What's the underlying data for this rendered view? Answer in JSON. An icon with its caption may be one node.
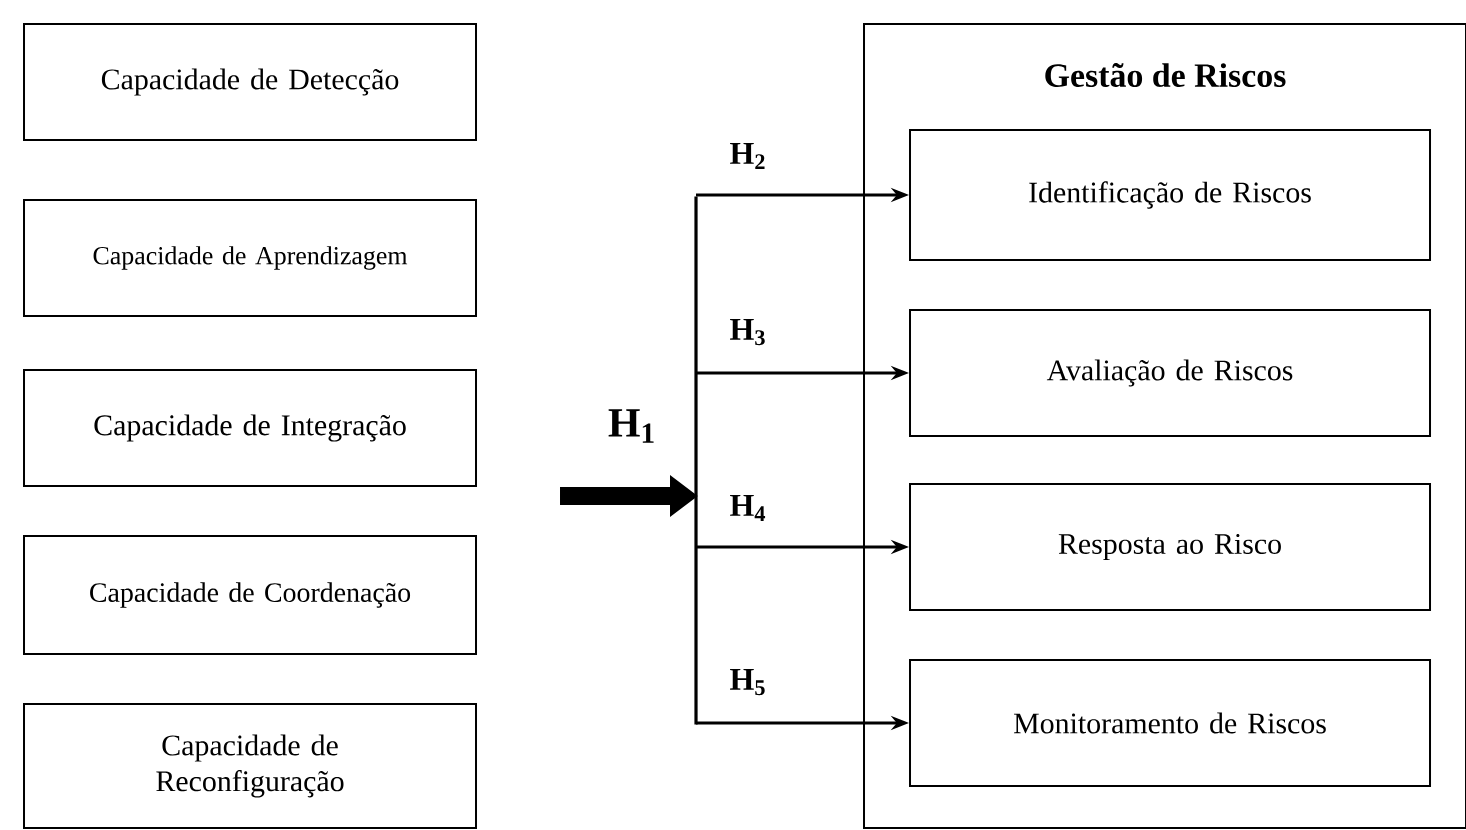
{
  "diagram": {
    "nodes": [
      {
        "text": [
          "Capacidade de Detecção"
        ]
      },
      {
        "text": [
          "Capacidade de Aprendizagem"
        ]
      },
      {
        "text": [
          "Capacidade de Integração"
        ]
      },
      {
        "text": [
          "Capacidade de Coordenação"
        ]
      },
      {
        "text": [
          "Capacidade de Reconfiguração"
        ]
      },
      {
        "text": [
          "Gestão de Riscos"
        ]
      },
      {
        "text": [
          "Identificação de Riscos"
        ],
        "in": 5
      },
      {
        "text": [
          "Avaliação de Riscos"
        ],
        "in": 5
      },
      {
        "text": [
          "Resposta ao Risco"
        ],
        "in": 5
      },
      {
        "text": [
          "Monitoramento de Riscos"
        ],
        "in": 5
      }
    ],
    "edges": [
      {
        "from": null,
        "to": 6,
        "arrow": "to",
        "label": "H$_{2}$"
      },
      {
        "from": null,
        "to": 7,
        "arrow": "to",
        "label": "H$_{3}$"
      },
      {
        "from": null,
        "to": 8,
        "arrow": "to",
        "label": "H$_{4}$"
      },
      {
        "from": null,
        "to": 9,
        "arrow": "to",
        "label": "H$_{5}$"
      }
    ],
    "labels": [
      "H$_{1}$"
    ]
  }
}
